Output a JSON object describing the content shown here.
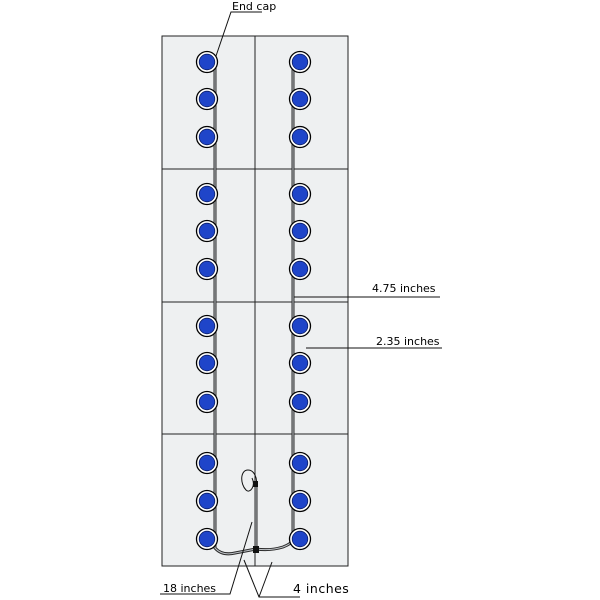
{
  "labels": {
    "end_cap": "End cap",
    "spacing_long": "4.75 inches",
    "spacing_short": "2.35 inches",
    "feed_length": "18 inches",
    "tee_offset": "4 inches"
  },
  "colors": {
    "site_fill": "#1f45c9",
    "site_ring": "#000000",
    "panel_fill": "#eef0f1"
  }
}
